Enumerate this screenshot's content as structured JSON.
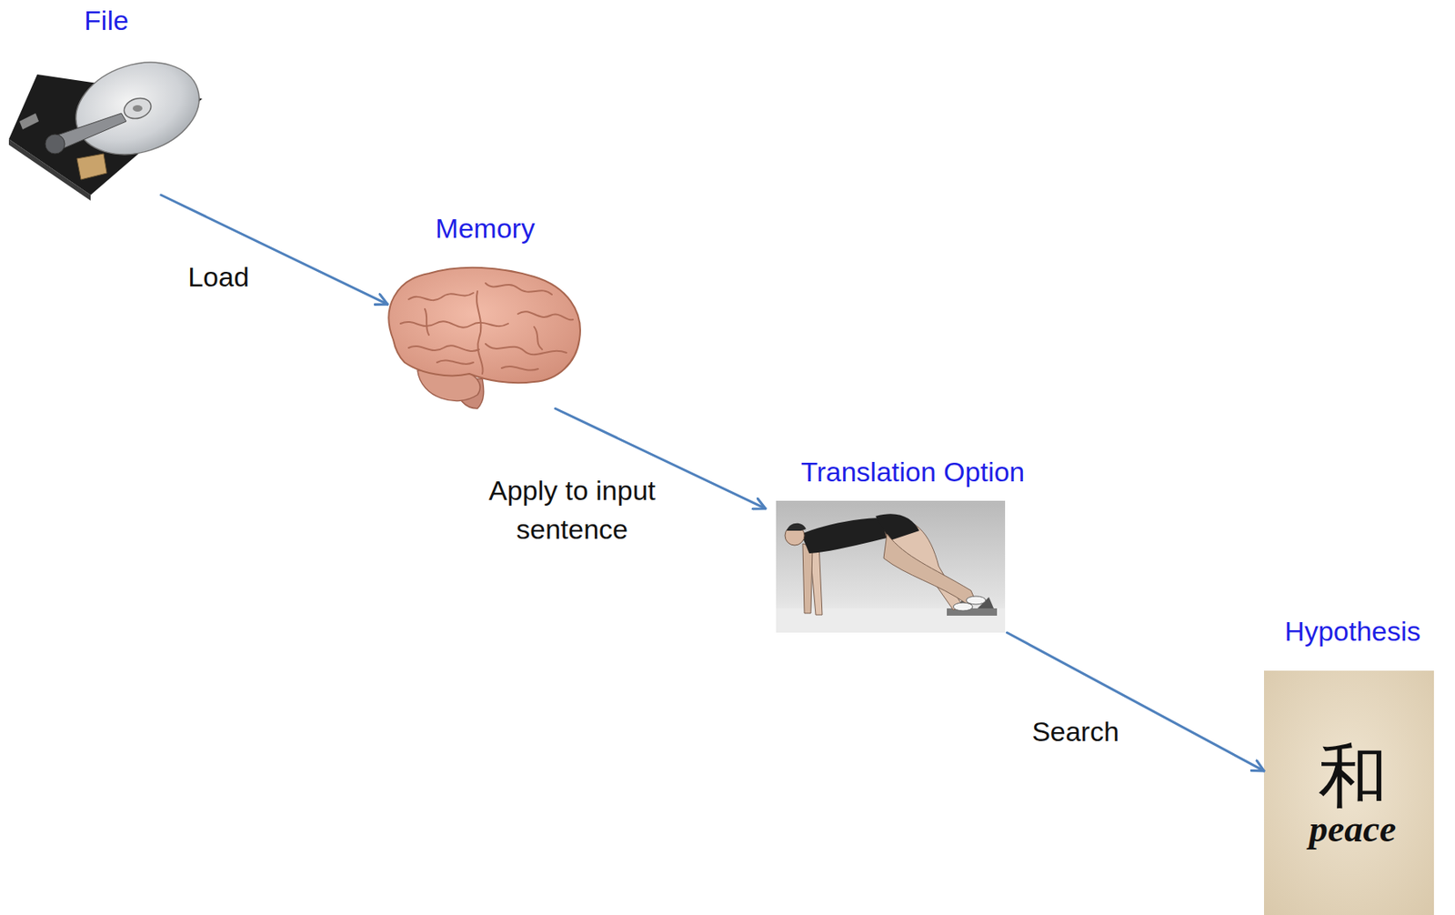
{
  "diagram": {
    "nodes": [
      {
        "text": [
          "File"
        ]
      },
      {
        "text": [
          "Memory"
        ]
      },
      {
        "text": [
          "Translation Option"
        ]
      },
      {
        "text": [
          "Hypothesis",
          "和",
          "peace"
        ]
      }
    ],
    "edges": [
      {
        "from": 0,
        "to": 1,
        "label": "Load",
        "arrow": "to"
      },
      {
        "from": 1,
        "to": 2,
        "label": "Apply to input sentence",
        "arrow": "to"
      },
      {
        "from": 2,
        "to": 3,
        "label": "Search",
        "arrow": "to"
      }
    ]
  }
}
